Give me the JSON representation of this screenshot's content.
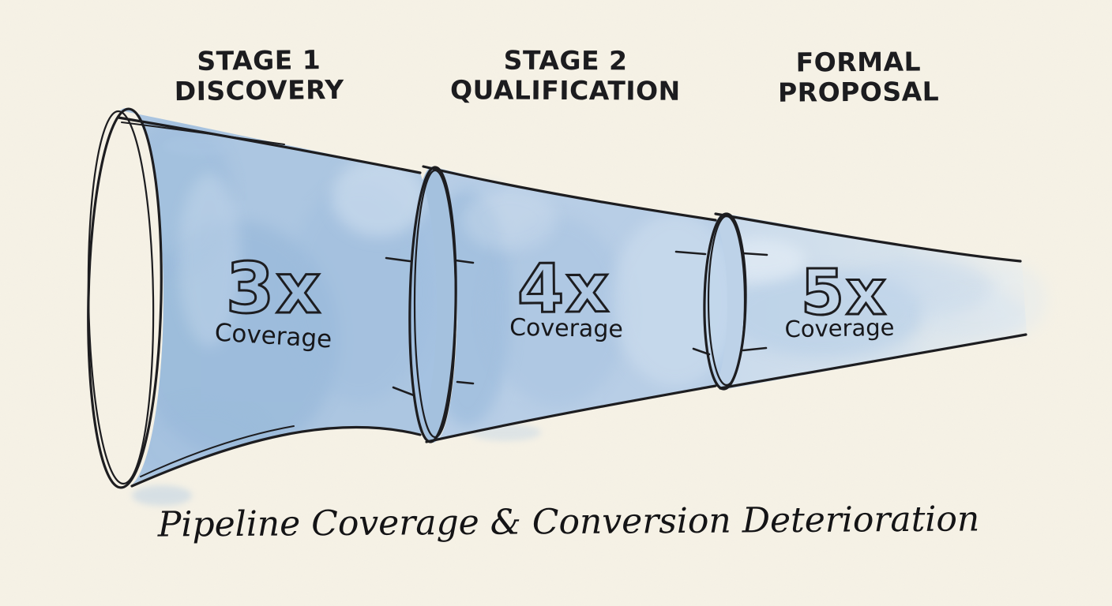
{
  "diagram": {
    "title": "Pipeline Coverage & Conversion Deterioration",
    "stages": [
      {
        "header": "STAGE 1\nDISCOVERY",
        "multiplier": "3x",
        "coverage_label": "Coverage"
      },
      {
        "header": "STAGE 2\nQUALIFICATION",
        "multiplier": "4x",
        "coverage_label": "Coverage"
      },
      {
        "header": "FORMAL\nPROPOSAL",
        "multiplier": "5x",
        "coverage_label": "Coverage"
      }
    ]
  },
  "colors": {
    "background": "#f6f2e6",
    "ink": "#1d1d20",
    "funnel1": "#a5c2e1",
    "funnel2": "#b2cbe6",
    "funnel3": "#c9dbec",
    "throat1": "#9fbedd",
    "throat2": "#b9d0e8"
  },
  "chart_data": {
    "type": "funnel",
    "title": "Pipeline Coverage & Conversion Deterioration",
    "stages": [
      "Stage 1 Discovery",
      "Stage 2 Qualification",
      "Formal Proposal"
    ],
    "coverage_multipliers": [
      3,
      4,
      5
    ],
    "coverage_labels": [
      "3x Coverage",
      "4x Coverage",
      "5x Coverage"
    ],
    "orientation": "horizontal-left-to-right-narrowing"
  }
}
